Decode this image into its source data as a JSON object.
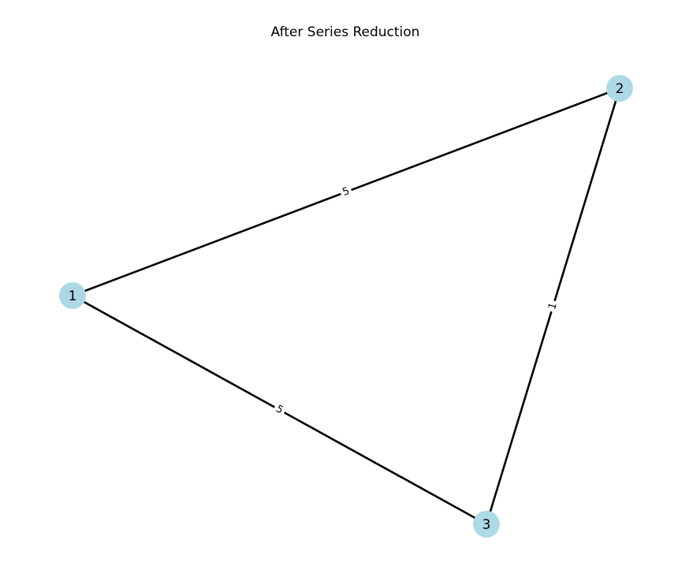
{
  "title": "After Series Reduction",
  "colors": {
    "node_fill": "#add8e6",
    "edge": "#000000"
  },
  "nodes": [
    {
      "id": "1",
      "label": "1"
    },
    {
      "id": "2",
      "label": "2"
    },
    {
      "id": "3",
      "label": "3"
    }
  ],
  "edges": [
    {
      "source": "1",
      "target": "2",
      "label": "5"
    },
    {
      "source": "2",
      "target": "3",
      "label": "1"
    },
    {
      "source": "1",
      "target": "3",
      "label": "5"
    }
  ]
}
